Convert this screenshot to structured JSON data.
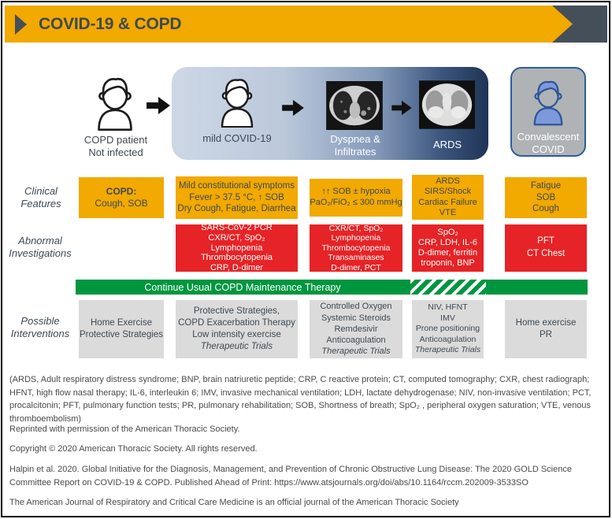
{
  "title": "COVID-19 & COPD",
  "colors": {
    "banner_yellow": "#F2A900",
    "chevron_dark": "#454F59",
    "box_red": "#E62326",
    "bar_green": "#009640",
    "intervention_gray": "#DBDBDB",
    "gradient_start": "#CDD7E6",
    "gradient_end": "#1F3456",
    "convalescent_bg": "#AFB3B6",
    "convalescent_border": "#2F5B9F"
  },
  "stages": {
    "copd_patient": {
      "lines": [
        "COPD patient",
        "Not infected"
      ]
    },
    "mild_covid": {
      "label": "mild COVID-19"
    },
    "dyspnea": {
      "lines": [
        "Dyspnea &",
        "Infiltrates"
      ]
    },
    "ards": {
      "label": "ARDS"
    },
    "convalescent": {
      "lines": [
        "Convalescent",
        "COVID"
      ]
    }
  },
  "row_labels": {
    "clinical": [
      "Clinical",
      "Features"
    ],
    "abnormal": [
      "Abnormal",
      "Investigations"
    ],
    "interventions": [
      "Possible",
      "Interventions"
    ]
  },
  "clinical_boxes": {
    "copd": {
      "bold_line": "COPD:",
      "lines": [
        "Cough, SOB"
      ]
    },
    "mild": {
      "lines": [
        "Mild constitutional symptoms",
        "Fever > 37.5 °C, ↑ SOB",
        "Dry Cough, Fatigue, Diarrhea"
      ]
    },
    "dyspnea": {
      "lines": [
        "↑↑ SOB ± hypoxia",
        "PaO₂/FiO₂ ≤ 300 mmHg"
      ]
    },
    "ards": {
      "lines": [
        "ARDS",
        "SIRS/Shock",
        "Cardiac Failure",
        "VTE"
      ]
    },
    "convalescent": {
      "lines": [
        "Fatigue",
        "SOB",
        "Cough"
      ]
    }
  },
  "abnormal_boxes": {
    "mild": {
      "lines": [
        "SARS-CoV-2 PCR",
        "CXR/CT, SpO₂",
        "Lymphopenia",
        "Thrombocytopenia",
        "CRP, D-dimer"
      ]
    },
    "dyspnea": {
      "lines": [
        "CXR/CT, SpO₂",
        "Lymphopenia",
        "Thrombocytopenia",
        "Transaminases",
        "D-dimer, PCT"
      ]
    },
    "ards": {
      "lines": [
        "SpO₂",
        "CRP, LDH, IL-6",
        "D-dimer, ferritin",
        "troponin, BNP"
      ]
    },
    "convalescent": {
      "lines": [
        "PFT",
        "CT Chest"
      ]
    }
  },
  "maintenance_bar": {
    "label": "Continue Usual COPD Maintenance Therapy"
  },
  "intervention_boxes": {
    "copd": {
      "lines": [
        "Home Exercise",
        "Protective Strategies"
      ]
    },
    "mild": {
      "lines": [
        "Protective Strategies,",
        "COPD Exacerbation Therapy",
        "Low intensity exercise"
      ],
      "italic_line": "Therapeutic Trials"
    },
    "dyspnea": {
      "lines": [
        "Controlled Oxygen",
        "Systemic Steroids",
        "Remdesivir",
        "Anticoagulation"
      ],
      "italic_line": "Therapeutic Trials"
    },
    "ards": {
      "lines": [
        "NIV, HFNT",
        "IMV",
        "Prone positioning",
        "Anticoagulation"
      ],
      "italic_line": "Therapeutic Trials"
    },
    "convalescent": {
      "lines": [
        "Home exercise",
        "PR"
      ]
    }
  },
  "footer": {
    "abbreviations": "(ARDS, Adult respiratory distress syndrome; BNP, brain natriuretic peptide; CRP, C reactive protein; CT, computed tomography; CXR, chest radiograph; HFNT, high flow nasal therapy; IL-6, interleukin 6; IMV, invasive mechanical ventilation; LDH, lactate dehydrogenase; NIV, non-invasive ventilation; PCT, procalcitonin; PFT, pulmonary function tests; PR, pulmonary rehabilitation; SOB, Shortness of breath; SpO₂ , peripheral oxygen saturation; VTE, venous thromboembolism)",
    "reprint": "Reprinted with permission of the American Thoracic Society.",
    "copyright": "Copyright © 2020 American Thoracic Society. All rights reserved.",
    "citation": "Halpin et al. 2020. Global Initiative for the Diagnosis, Management, and Prevention of Chronic Obstructive Lung Disease: The 2020 GOLD Science Committee Report on COVID-19 & COPD. Published Ahead of Print: https://www.atsjournals.org/doi/abs/10.1164/rccm.202009-3533SO",
    "journal": "The American Journal of Respiratory and Critical Care Medicine is an official journal of the American Thoracic Society"
  }
}
